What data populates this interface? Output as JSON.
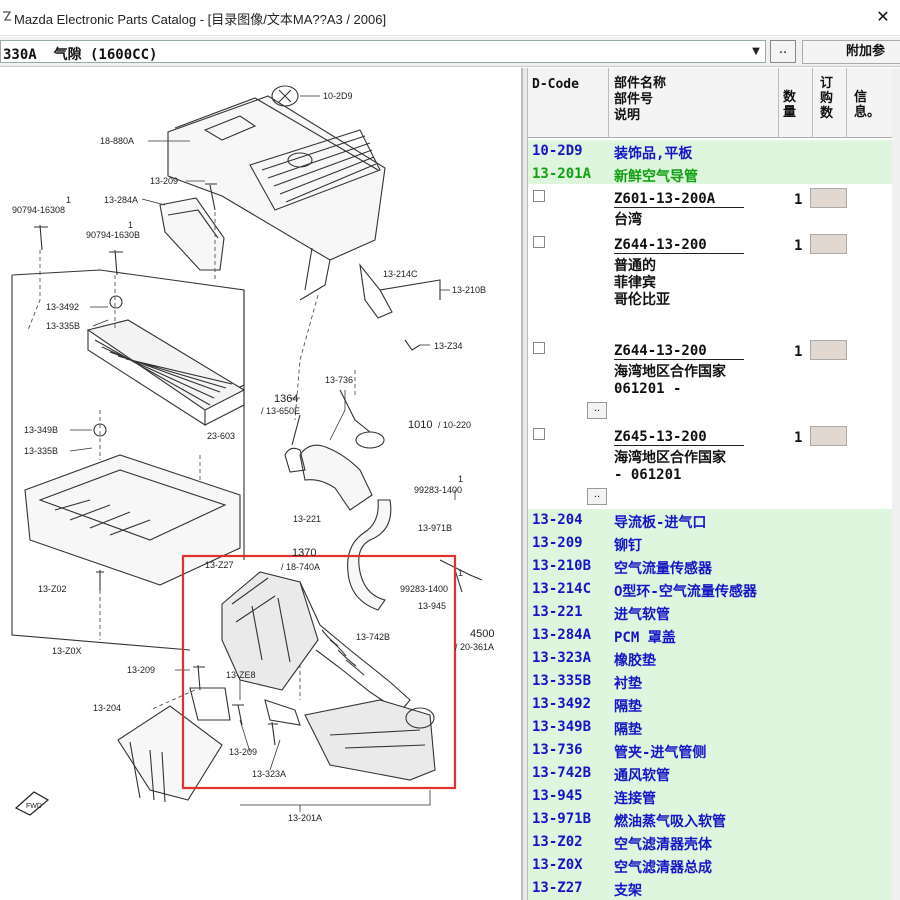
{
  "window": {
    "title": "Mazda Electronic Parts Catalog - [目录图像/文本MA??A3 / 2006]",
    "close_glyph": "✕"
  },
  "toolbar": {
    "combo_value": "330A  气隙 (1600CC)",
    "dots_label": "..",
    "additional_label": "附加参"
  },
  "diagram": {
    "labels": {
      "l10_2d9": "10-2D9",
      "l18_880a": "18-880A",
      "l13_209_top": "13-209",
      "l90794_1": "90794-16308",
      "l13_284a": "13-284A",
      "l90794_2": "90794-1630B",
      "l13_3492": "13-3492",
      "l13_335b_1": "13-335B",
      "l23_603": "23-603",
      "l13_349b": "13-349B",
      "l13_335b_2": "13-335B",
      "l13_z02": "13-Z02",
      "l13_z0x": "13-Z0X",
      "l13_209_mid": "13-209",
      "l13_204": "13-204",
      "l13_ze8": "13-ZE8",
      "l13_209_low": "13-209",
      "l13_323a": "13-323A",
      "l13_201a": "13-201A",
      "l13_214c": "13-214C",
      "l13_210b": "13-210B",
      "l13_z34": "13-Z34",
      "l13_736": "13-736",
      "l1364": "1364",
      "l13_650e": "/ 13-650E",
      "l1010": "1010",
      "l10_220": "/ 10-220",
      "l99283_1": "99283-1400",
      "l13_221": "13-221",
      "l13_971b": "13-971B",
      "l1370": "1370",
      "l18_740a": "/ 18-740A",
      "l13_z27": "13-Z27",
      "l99283_2": "99283-1400",
      "l13_945": "13-945",
      "l13_742b": "13-742B",
      "l4500": "4500",
      "l20_361a": "/ 20-361A",
      "one_a": "1",
      "one_b": "1",
      "one_c": "1",
      "one_d": "1",
      "fwd": "FWD"
    }
  },
  "parts_header": {
    "dcode": "D-Code",
    "name1": "部件名称",
    "name2": "部件号",
    "name3": "说明",
    "qty": "数量",
    "order": "订购数",
    "info": "信息。"
  },
  "parts_top": [
    {
      "code": "10-2D9",
      "name": "装饰品,平板"
    },
    {
      "code": "13-201A",
      "name": "新鲜空气导管"
    }
  ],
  "sub_items": [
    {
      "pn": "Z601-13-200A",
      "qty": "1",
      "desc": [
        "台湾"
      ]
    },
    {
      "pn": "Z644-13-200",
      "qty": "1",
      "desc": [
        "普通的",
        "菲律宾",
        "哥伦比亚"
      ]
    },
    {
      "pn": "Z644-13-200",
      "qty": "1",
      "desc": [
        "海湾地区合作国家",
        "061201   -"
      ]
    },
    {
      "pn": "Z645-13-200",
      "qty": "1",
      "desc": [
        "海湾地区合作国家",
        "   -  061201"
      ]
    }
  ],
  "ellipsis_label": "..",
  "parts_list": [
    {
      "code": "13-204",
      "name": "导流板-进气口"
    },
    {
      "code": "13-209",
      "name": "铆钉"
    },
    {
      "code": "13-210B",
      "name": "空气流量传感器"
    },
    {
      "code": "13-214C",
      "name": "O型环-空气流量传感器"
    },
    {
      "code": "13-221",
      "name": "进气软管"
    },
    {
      "code": "13-284A",
      "name": "PCM 罩盖"
    },
    {
      "code": "13-323A",
      "name": "橡胶垫"
    },
    {
      "code": "13-335B",
      "name": "衬垫"
    },
    {
      "code": "13-3492",
      "name": "隔垫"
    },
    {
      "code": "13-349B",
      "name": "隔垫"
    },
    {
      "code": "13-736",
      "name": "管夹-进气管侧"
    },
    {
      "code": "13-742B",
      "name": "通风软管"
    },
    {
      "code": "13-945",
      "name": "连接管"
    },
    {
      "code": "13-971B",
      "name": "燃油蒸气吸入软管"
    },
    {
      "code": "13-Z02",
      "name": "空气滤清器壳体"
    },
    {
      "code": "13-Z0X",
      "name": "空气滤清器总成"
    },
    {
      "code": "13-Z27",
      "name": "支架"
    }
  ],
  "colors": {
    "row_bg": "#ddf6dd",
    "code_blue": "#1515c8",
    "selected_green": "#12a012",
    "highlight_red": "#e03030"
  }
}
